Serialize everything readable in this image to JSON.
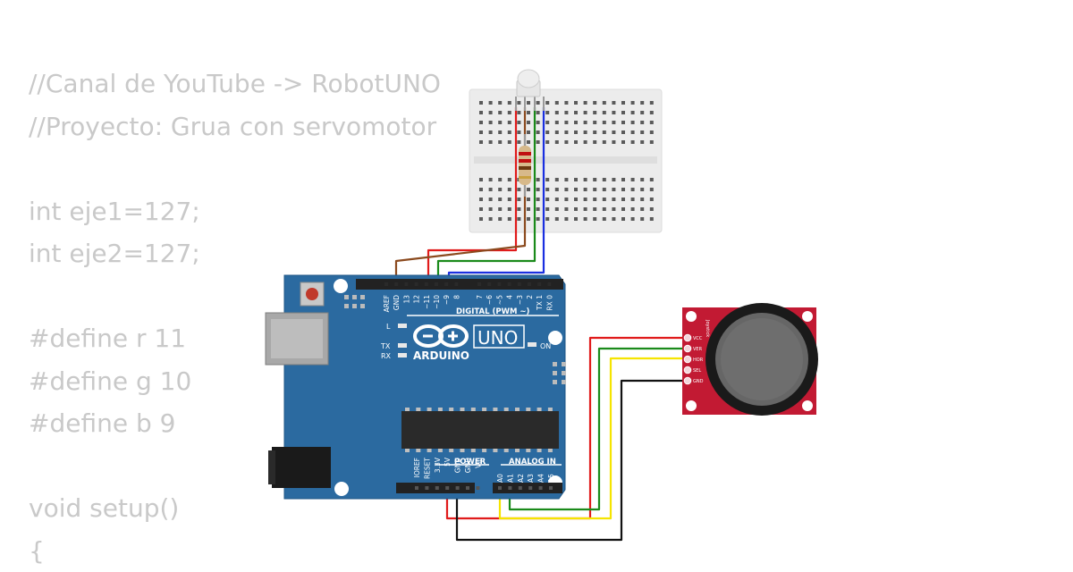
{
  "code_lines": [
    "//Canal de YouTube -> RobotUNO",
    "//Proyecto: Grua con servomotor",
    "",
    "int eje1=127;",
    "int eje2=127;",
    "",
    "#define r 11",
    "#define g 10",
    "#define b 9",
    "",
    "void setup()",
    "{"
  ],
  "arduino": {
    "brand": "ARDUINO",
    "model": "UNO",
    "on_label": "ON",
    "led_l": "L",
    "led_tx": "TX",
    "led_rx": "RX",
    "digital_label": "DIGITAL (PWM ~)",
    "power_label": "POWER",
    "analog_label": "ANALOG IN",
    "digital_pins": [
      "AREF",
      "GND",
      "13",
      "12",
      "~11",
      "~10",
      "~9",
      "8",
      "7",
      "~6",
      "~5",
      "4",
      "~3",
      "2",
      "TX 1",
      "RX 0"
    ],
    "power_pins": [
      "IOREF",
      "RESET",
      "3.3V",
      "5V",
      "GND",
      "GND",
      "Vin"
    ],
    "analog_pins": [
      "A0",
      "A1",
      "A2",
      "A3",
      "A4",
      "A5"
    ]
  },
  "joystick": {
    "pins": [
      "VCC",
      "VER",
      "HOR",
      "SEL",
      "GND"
    ],
    "board_text": "Joystick"
  },
  "colors": {
    "arduino_board": "#2b6aa0",
    "joystick_board": "#c21a33",
    "breadboard": "#ececec",
    "wire_red": "#e01b1b",
    "wire_green": "#1a8a1a",
    "wire_blue": "#1a2fe0",
    "wire_brown": "#8b4a1e",
    "wire_yellow": "#f5e400",
    "wire_black": "#111111",
    "code_text": "#c9c9c9"
  }
}
